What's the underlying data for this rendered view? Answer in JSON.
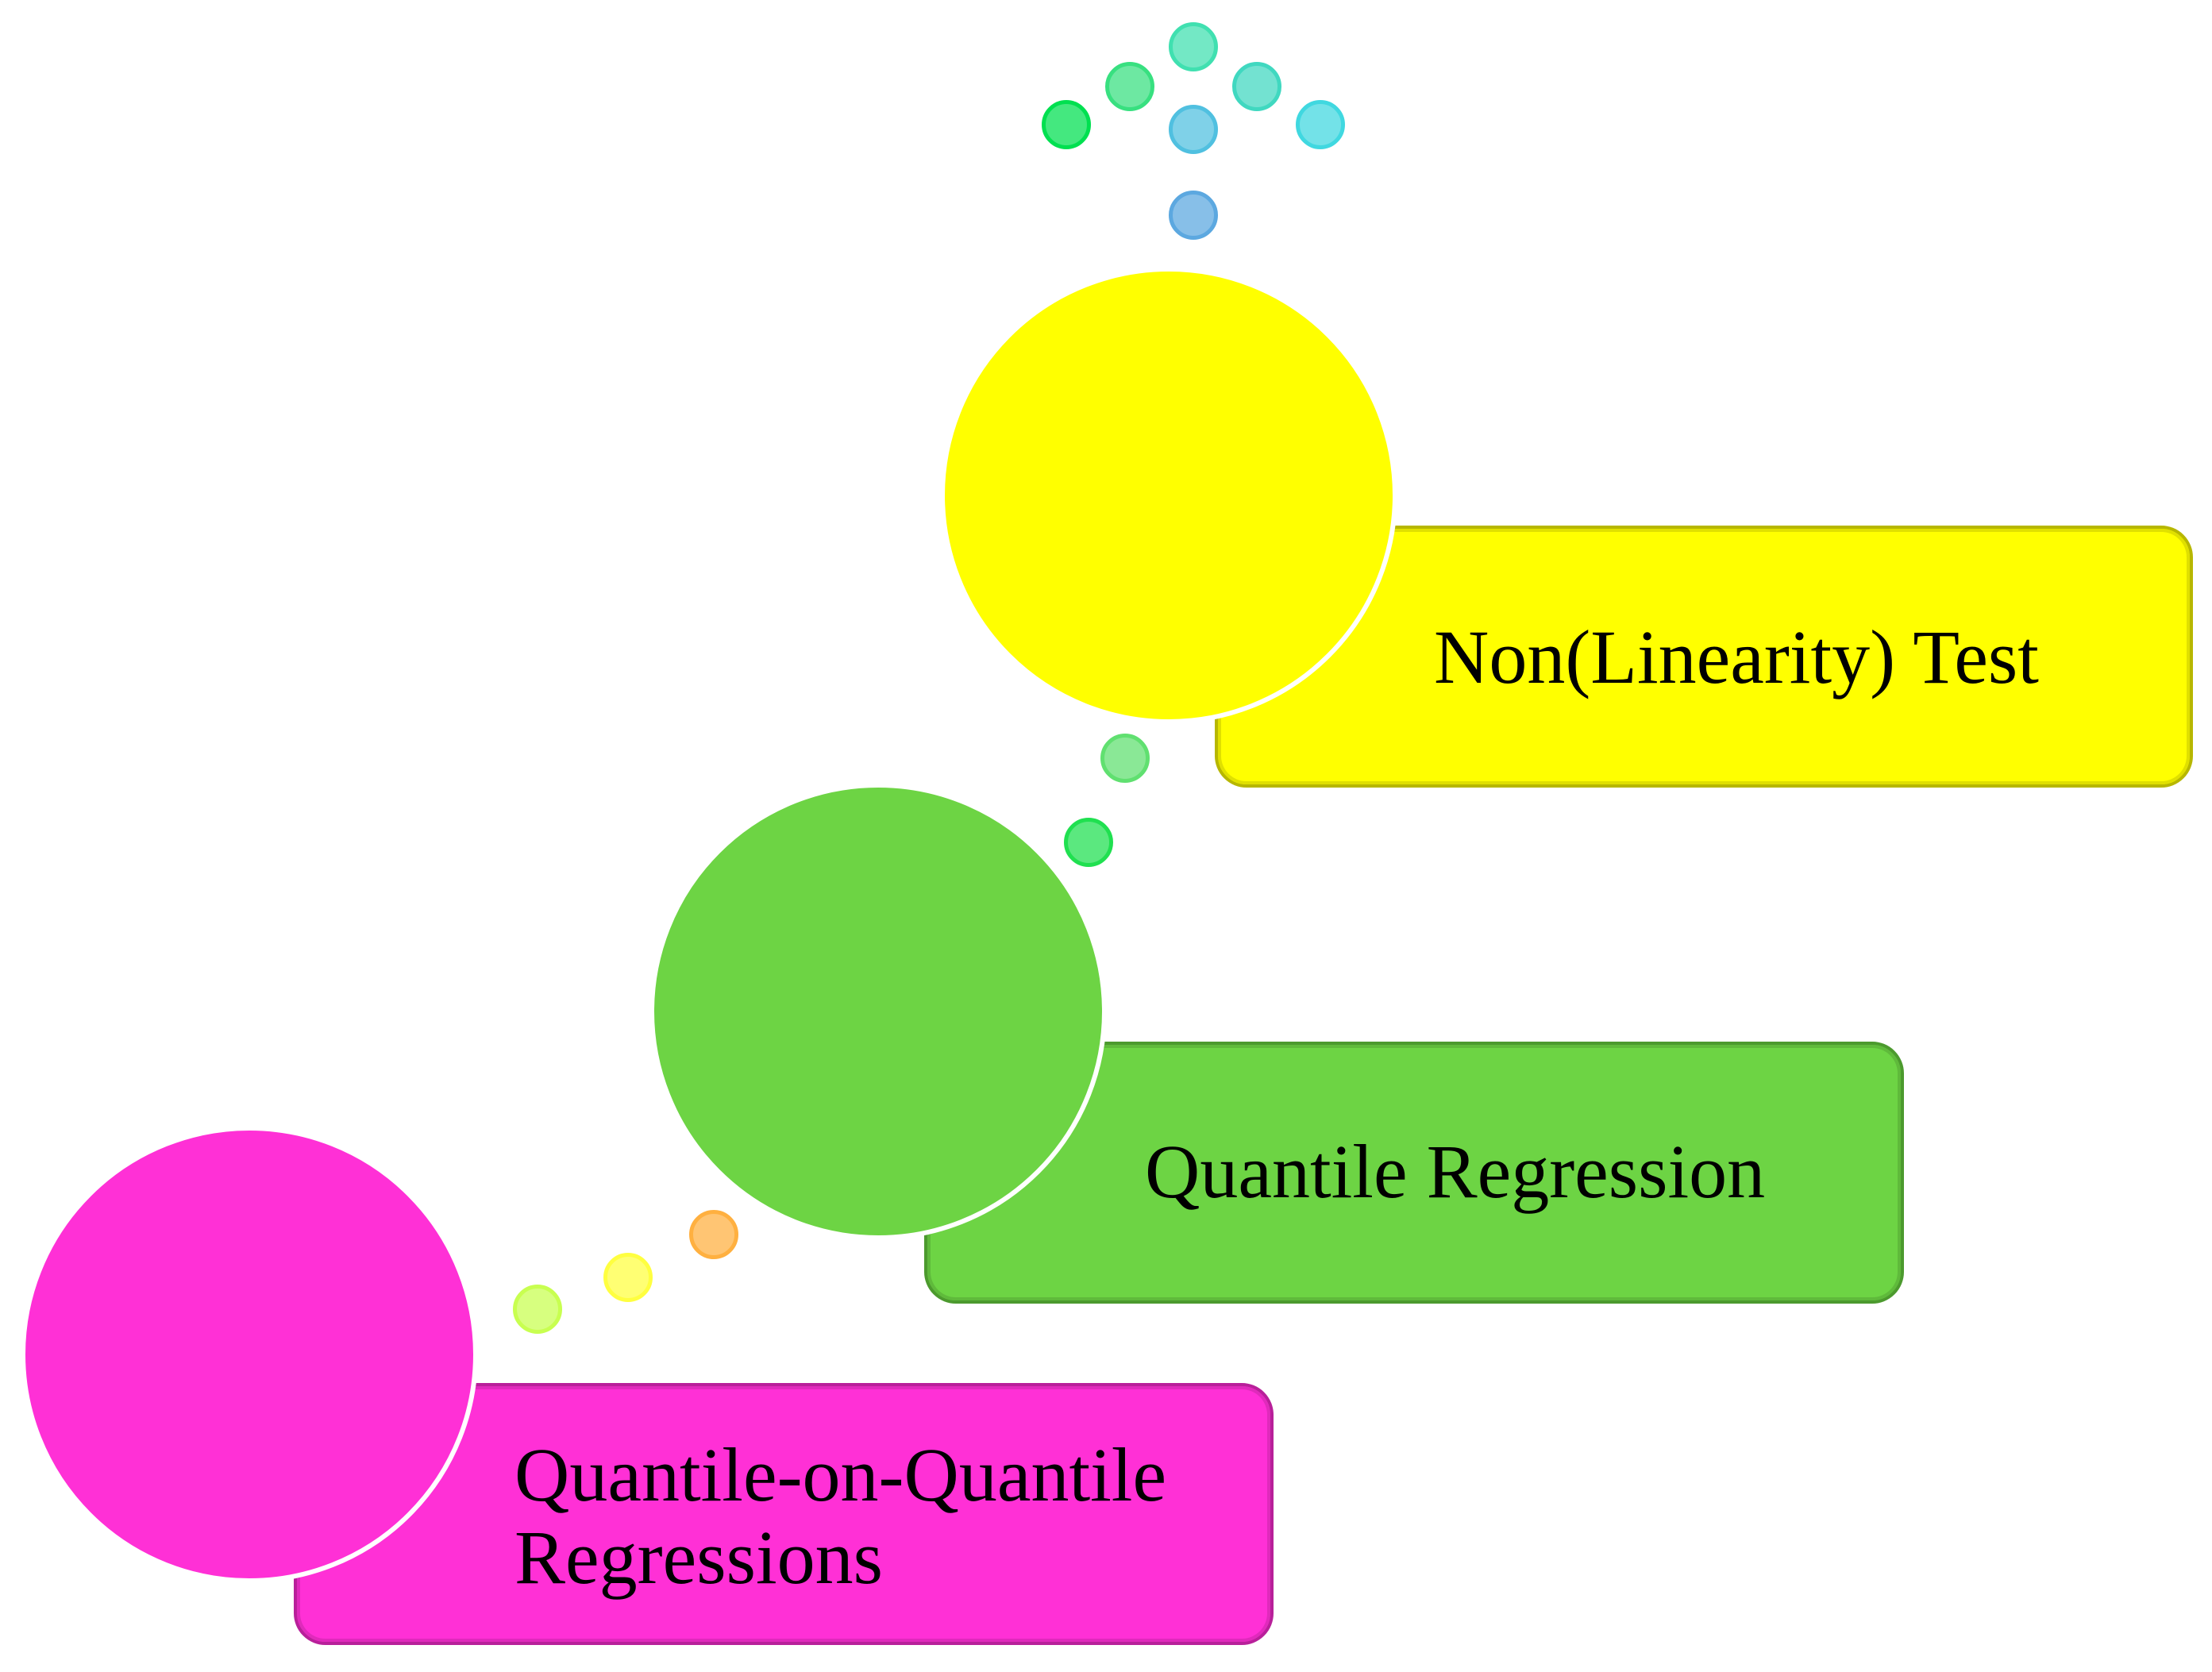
{
  "steps": [
    {
      "label": "Non(Linearity) Test",
      "color": "#ffff00",
      "border": "#b7b700"
    },
    {
      "label": "Quantile Regression",
      "color": "#6dd444",
      "border": "#4c9a2e"
    },
    {
      "label_line1": "Quantile-on-Quantile",
      "label_line2": "Regressions",
      "color": "#ff30d6",
      "border": "#b8209a"
    }
  ],
  "dots": {
    "top_cluster": [
      "#00e050",
      "#38e080",
      "#40e0b0",
      "#40d8c0",
      "#40d8e0",
      "#50c0e0",
      "#5ca8e0"
    ],
    "mid_connector": [
      "#60e070",
      "#20e050"
    ],
    "low_connector": [
      "#c8ff50",
      "#ffff40",
      "#ffb040"
    ]
  }
}
